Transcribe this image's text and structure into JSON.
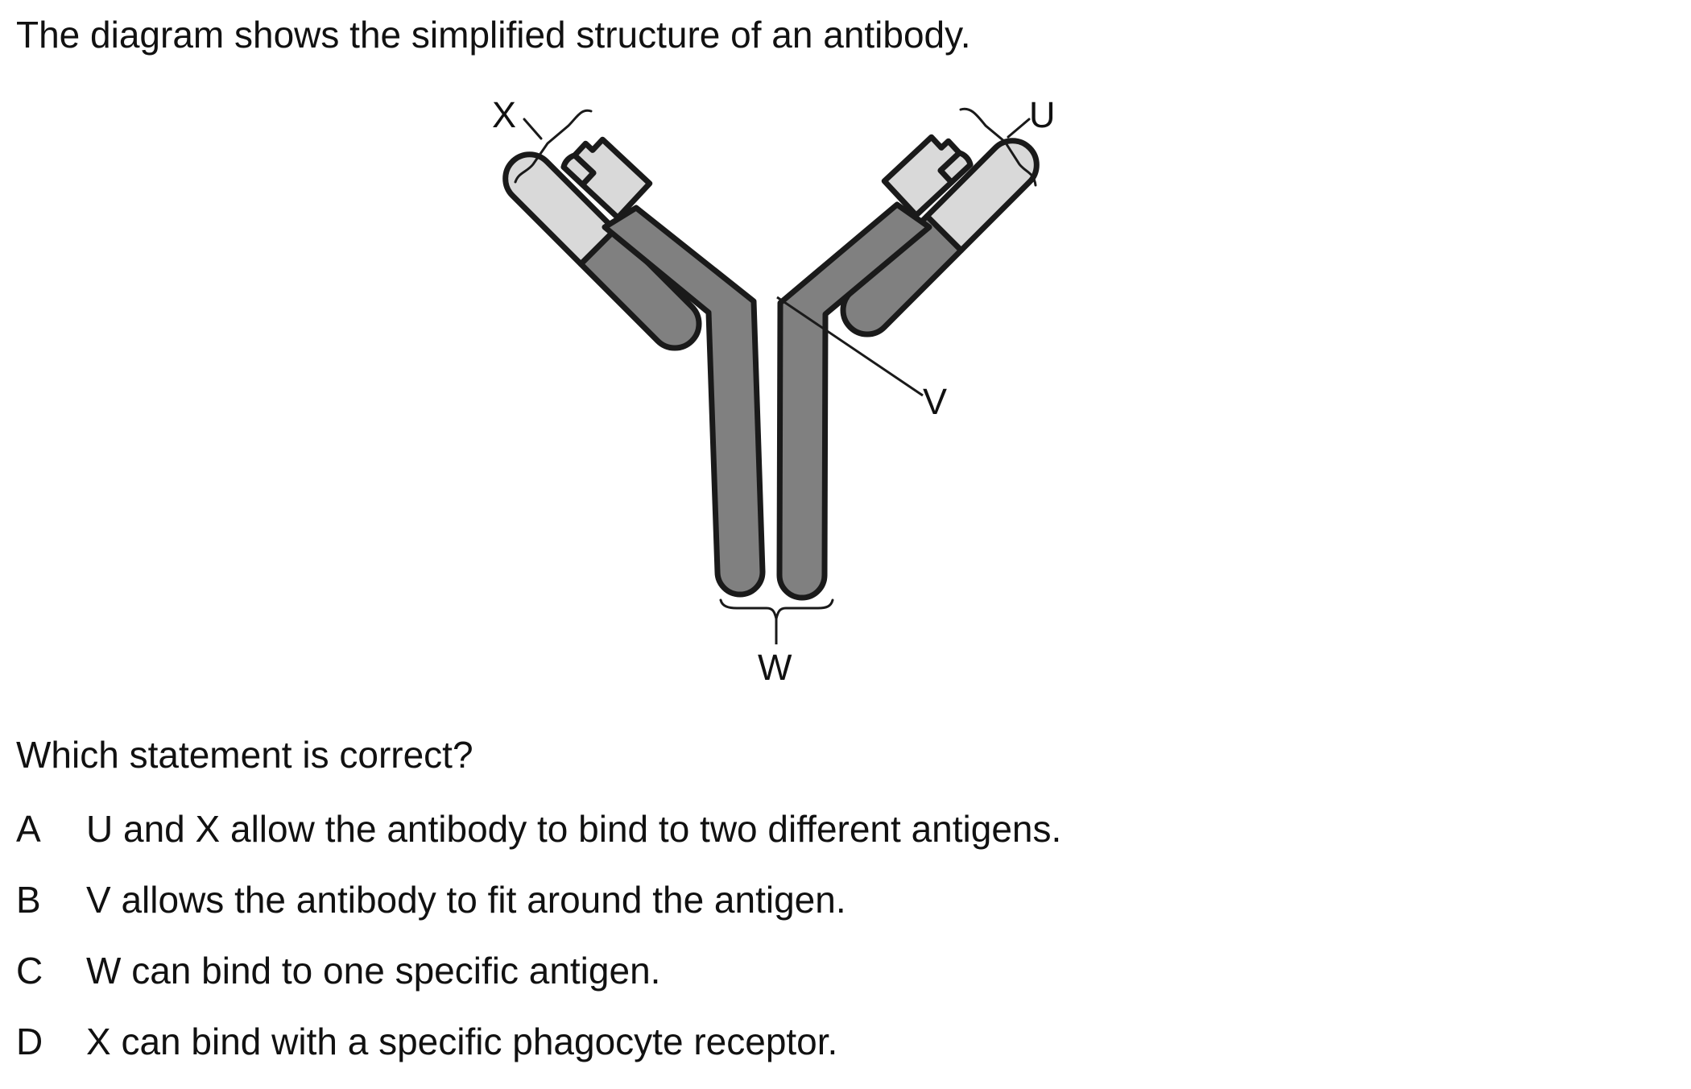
{
  "question": {
    "stem": "The diagram shows the simplified structure of an antibody.",
    "prompt": "Which statement is correct?"
  },
  "diagram": {
    "labels": {
      "u": "U",
      "v": "V",
      "w": "W",
      "x": "X"
    },
    "colors": {
      "heavy_chain": "#808080",
      "variable_region": "#d9d9d9",
      "outline": "#1a1a1a"
    }
  },
  "options": [
    {
      "letter": "A",
      "text": "U and X allow the antibody to bind to two different antigens."
    },
    {
      "letter": "B",
      "text": "V allows the antibody to fit around the antigen."
    },
    {
      "letter": "C",
      "text": "W can bind to one specific antigen."
    },
    {
      "letter": "D",
      "text": "X can bind with a specific phagocyte receptor."
    }
  ]
}
